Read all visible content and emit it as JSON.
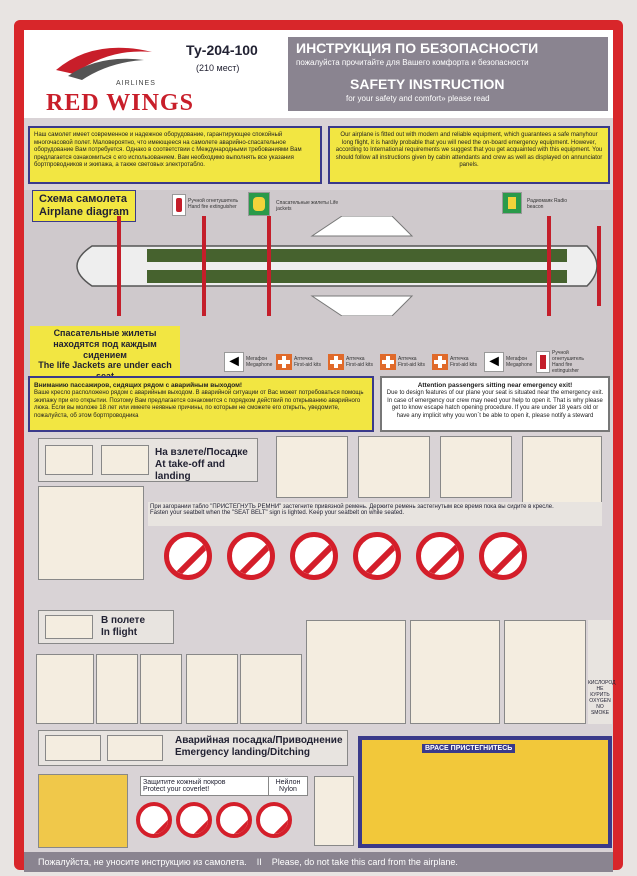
{
  "header": {
    "brand": "RED WINGS",
    "airlines": "AIRLINES",
    "model": "Ту-204-100",
    "seats": "(210 мест)",
    "title_ru": "ИНСТРУКЦИЯ ПО БЕЗОПАСНОСТИ",
    "subtitle_ru": "пожалуйста прочитайте для Вашего комфорта и безопасности",
    "title_en": "SAFETY INSTRUCTION",
    "subtitle_en": "for your safety and comfort» please read"
  },
  "intro": {
    "ru": "Наш самолет имеет современное и надежное оборудование, гарантирующее спокойный многочасовой полет. Маловероятно, что имеющееся на самолете аварийно-спасательное оборудование Вам потребуется. Однако в соответствии с Международными требованиями Вам предлагается ознакомиться с его использованием. Вам необходимо выполнять все указания бортпроводников и экипажа, а также световых электротабло.",
    "en": "Our airplane is fitted out with modern and reliable equipment, which guarantees a safe manyhour long flight, it is hardly probable that you will need the on-board emergency equipment. However, according to International requirements we suggest that you get acquainted with this equipment. You should follow all instructions given by cabin attendants and crew as well as displayed on annunciator panels."
  },
  "diagram": {
    "title_ru": "Схема самолета",
    "title_en": "Airplane diagram",
    "extinguisher": "Ручной огнетушитель Hand fire extinguisher",
    "life_jackets": "Спасательные жилеты Life jackets",
    "radio_beacon": "Радиомаяк Radio beacon",
    "vests_ru": "Спасательные жилеты находятся под каждым сидением",
    "vests_en": "The life Jackets are under each seat",
    "legend": [
      {
        "icon": "megaphone-icon",
        "label": "Мегафон Megaphone"
      },
      {
        "icon": "first-aid-icon",
        "label": "Аптечка First-aid kits"
      },
      {
        "icon": "first-aid-icon",
        "label": "Аптечка First-aid kits"
      },
      {
        "icon": "first-aid-icon",
        "label": "Аптечка First-aid kits"
      },
      {
        "icon": "first-aid-icon",
        "label": "Аптечка First-aid kits"
      },
      {
        "icon": "megaphone-icon",
        "label": "Мегафон Megaphone"
      },
      {
        "icon": "extinguisher-icon",
        "label": "Ручной огнетушитель Hand fire extinguisher"
      }
    ]
  },
  "exit_row": {
    "title_ru": "Вниманию пассажиров, сидящих рядом с аварийным выходом!",
    "text_ru": "Ваше кресло расположено рядом с аварийным выходом. В аварийной ситуации от Вас может потребоваться помощь экипажу при его открытии. Поэтому Вам предлагается ознакомится с порядком действий по открыванию аварийного люка. Если вы моложе 18 лет или имеете неявные причины, по которым не сможете его открыть, уведомите, пожалуйста, об этом бортпроводника",
    "title_en": "Attention passengers sitting near emergency exit!",
    "text_en": "Due to design features of our plane your seat is situated near the emergency exit. In case of emergency our crew may need your help to open it. That is why please get to know escape hatch opening procedure. If you are under 18 years old or have any implicit why you won`t be able to open it, please notify a steward"
  },
  "takeoff": {
    "title_ru": "На взлете/Посадке",
    "title_en": "At take-off and landing",
    "seatbelt_ru": "При загорании табло \"ПРИСТЕГНУТЬ РЕМНИ\" застегните привязной ремень. Держите ремень застегнутым все время пока вы сидите в кресле.",
    "seatbelt_en": "Fasten your seatbelt when the \"SEAT BELT\" sign is lighted. Keep your seatbelt on while seated."
  },
  "in_flight": {
    "title_ru": "В полете",
    "title_en": "In flight",
    "oxygen": "КИСЛОРОД НЕ КУРИТЬ OXYGEN NO SMOKE"
  },
  "ditching": {
    "title_ru": "Аварийная посадка/Приводнение",
    "title_en": "Emergency landing/Ditching",
    "protect_ru": "Защитите кожный покров",
    "protect_en": "Protect your coverlet!",
    "nylon_ru": "Нейлон",
    "nylon_en": "Nylon",
    "brace": "ВРАСЕ ПРИСТЕГНИТЕСЬ"
  },
  "footer": {
    "ru": "Пожалуйста, не уносите инструкцию из самолета.",
    "sep": "II",
    "en": "Please, do not take this card from the airplane."
  },
  "colors": {
    "red": "#d8262a",
    "yellow": "#f2e642",
    "navy": "#3a3a8a",
    "grey": "#8a8490"
  }
}
